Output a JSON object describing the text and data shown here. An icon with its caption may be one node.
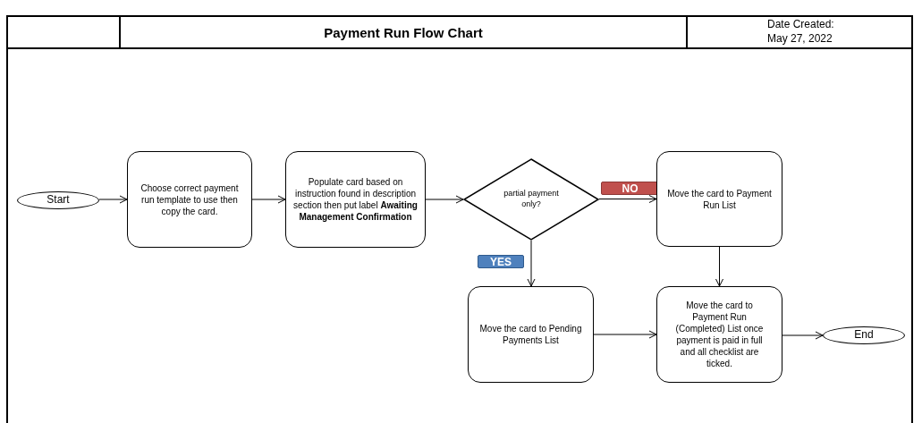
{
  "diagram": {
    "title": "Payment Run Flow Chart",
    "nodes": [
      {
        "text": [
          "Start"
        ]
      },
      {
        "text": [
          "Choose correct payment run template to use then copy the card."
        ]
      },
      {
        "text": [
          "Populate card based on instruction found in description section then put label **Awaiting Management Confirmation**"
        ]
      },
      {
        "text": [
          "partial payment only?"
        ]
      },
      {
        "text": [
          "Move the card to Payment Run List"
        ]
      },
      {
        "text": [
          "Move the card to Pending Payments List"
        ]
      },
      {
        "text": [
          "Move the card to Payment Run (Completed) List once payment is paid in full and all checklist are ticked."
        ]
      },
      {
        "text": [
          "End"
        ]
      }
    ],
    "edges": [
      {
        "from": 0,
        "to": 1,
        "arrow": "to"
      },
      {
        "from": 1,
        "to": 2,
        "arrow": "to"
      },
      {
        "from": 2,
        "to": 3,
        "arrow": "to"
      },
      {
        "from": 3,
        "to": 4,
        "arrow": "to",
        "label": "NO"
      },
      {
        "from": 3,
        "to": 5,
        "arrow": "to",
        "label": "YES"
      },
      {
        "from": 4,
        "to": 6,
        "arrow": "to"
      },
      {
        "from": 5,
        "to": 6,
        "arrow": "to"
      },
      {
        "from": 6,
        "to": 7,
        "arrow": "to"
      }
    ],
    "labels": [
      "Date Created:",
      "May 27, 2022"
    ]
  }
}
